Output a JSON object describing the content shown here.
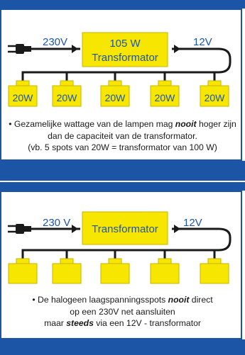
{
  "panel1": {
    "voltage_in": "230V",
    "wattage": "105 W",
    "transformer_label": "Transformator",
    "voltage_out": "12V",
    "lamp_labels": [
      "20W",
      "20W",
      "20W",
      "20W",
      "20W"
    ],
    "caption": {
      "line1_pre": "• Gezamelijke wattage van de lampen mag ",
      "line1_emph": "nooit",
      "line1_post": " hoger zijn",
      "line2": "dan de capaciteit van de transformator.",
      "line3": "(vb. 5 spots van 20W = transformator van 100 W)"
    }
  },
  "panel2": {
    "voltage_in": "230 V",
    "transformer_label": "Transformator",
    "voltage_out": "12V",
    "caption": {
      "line1_pre": "• De halogeen laagspanningsspots ",
      "line1_emph": "nooit",
      "line1_post": " direct",
      "line2": "op een 230V net aansluiten",
      "line3_pre": "maar ",
      "line3_emph": "steeds",
      "line3_post": " via een 12V - transformator"
    }
  },
  "colors": {
    "blue": "#1d55a6",
    "yellow": "#f6e600",
    "yellow_edge": "#c8b400",
    "arrow": "#1a1a1a",
    "plug": "#1a1a1a"
  }
}
